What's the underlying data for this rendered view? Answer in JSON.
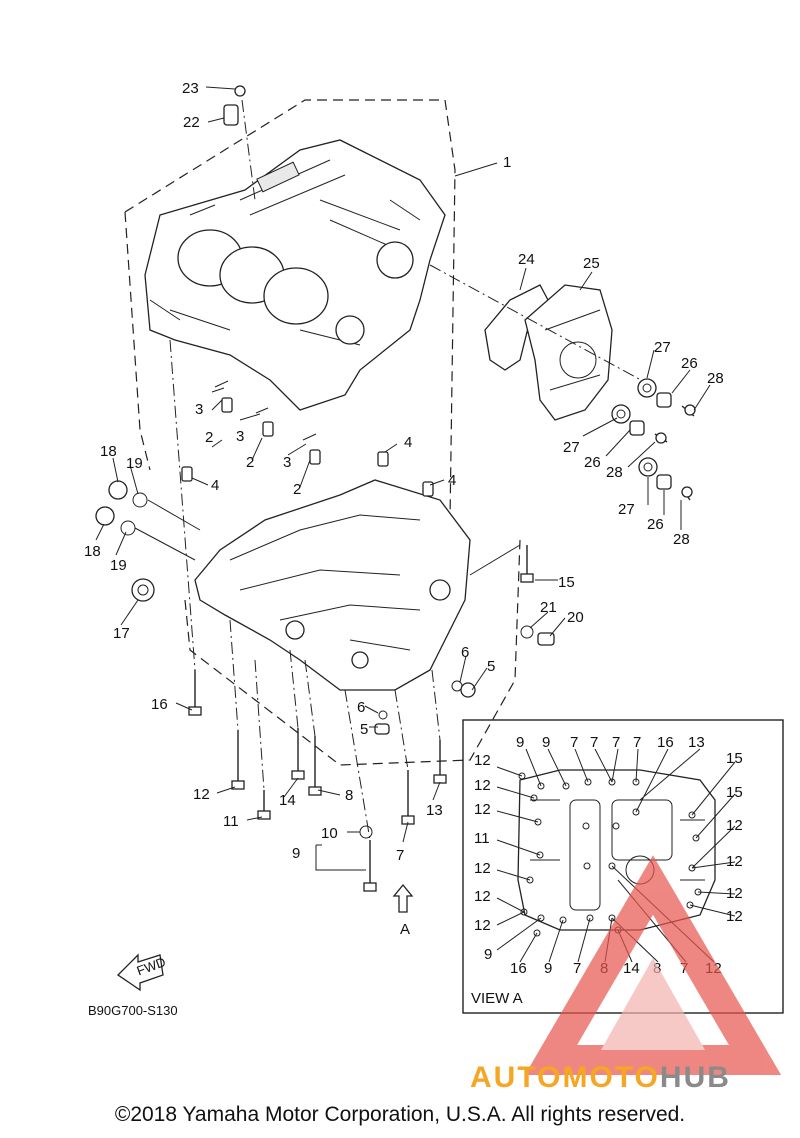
{
  "diagram": {
    "drawing_code": "B90G700-S130",
    "fwd_label": "FWD",
    "view_label": "VIEW A",
    "view_arrow_label": "A",
    "copyright": "©2018 Yamaha Motor Corporation, U.S.A. All rights reserved.",
    "watermark": {
      "prefix": "AUTOMOTO",
      "suffix": "HUB",
      "prefix_color": "#f5a623",
      "suffix_color": "#8a8a8a",
      "triangle_color": "#e8554e"
    },
    "callouts": [
      "23",
      "22",
      "1",
      "24",
      "25",
      "27",
      "26",
      "28",
      "3",
      "2",
      "3",
      "2",
      "3",
      "2",
      "4",
      "4",
      "4",
      "18",
      "19",
      "18",
      "19",
      "17",
      "27",
      "26",
      "28",
      "27",
      "26",
      "28",
      "15",
      "21",
      "20",
      "6",
      "5",
      "6",
      "5",
      "16",
      "12",
      "14",
      "8",
      "11",
      "10",
      "9",
      "7",
      "13"
    ],
    "view_callouts": [
      "9",
      "9",
      "7",
      "7",
      "7",
      "7",
      "16",
      "13",
      "12",
      "12",
      "12",
      "11",
      "12",
      "12",
      "12",
      "15",
      "15",
      "12",
      "12",
      "12",
      "12",
      "9",
      "16",
      "9",
      "7",
      "8",
      "14",
      "8",
      "7",
      "12"
    ]
  }
}
